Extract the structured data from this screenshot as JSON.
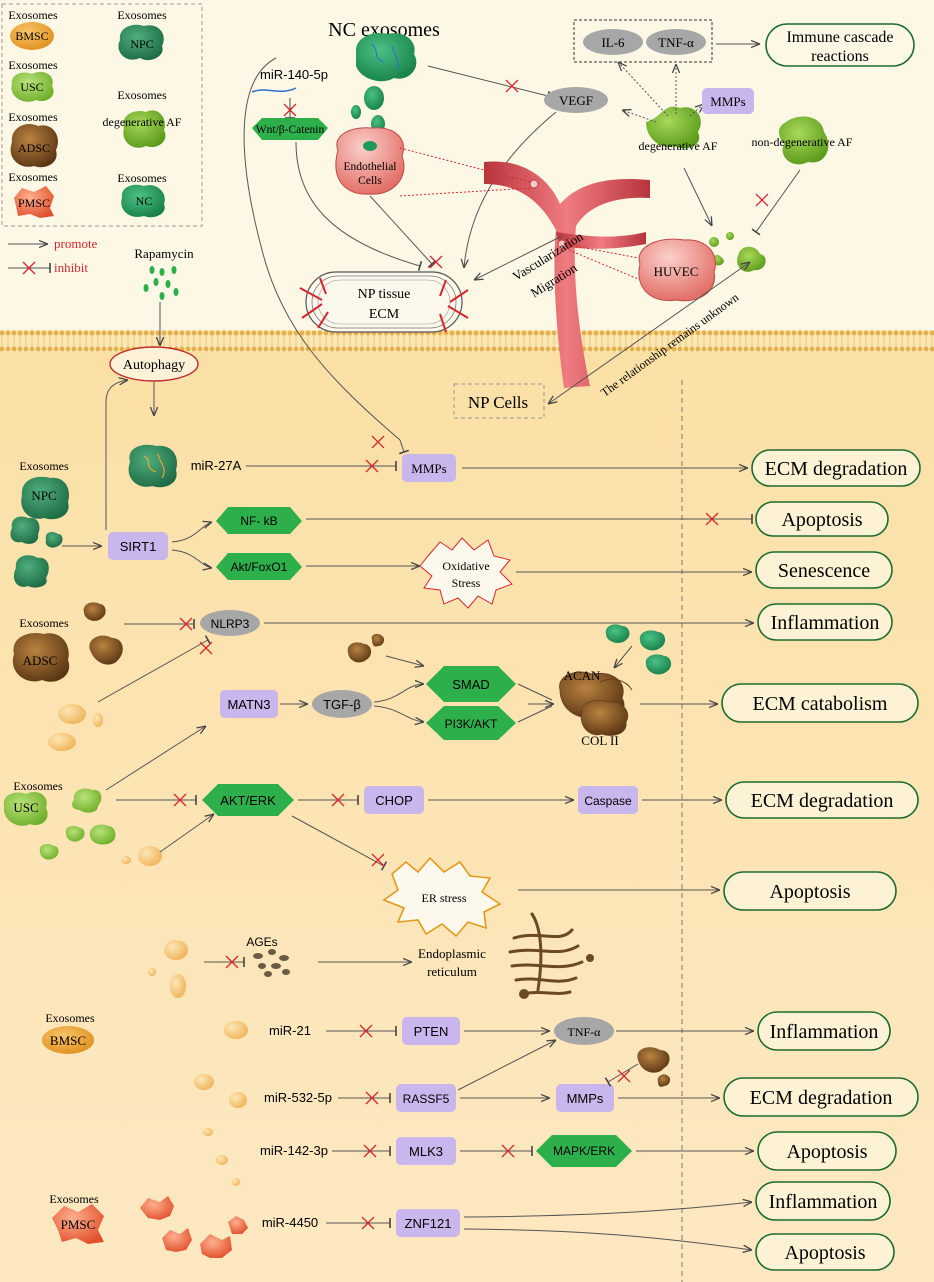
{
  "title": "NC exosomes",
  "legend": {
    "items": [
      {
        "key": "bmsc",
        "top": "Exosomes",
        "label": "BMSC",
        "color": "#f0a03a"
      },
      {
        "key": "npc",
        "top": "Exosomes",
        "label": "NPC",
        "color": "#2e8b57"
      },
      {
        "key": "usc",
        "top": "Exosomes",
        "label": "USC",
        "color": "#8dc63f"
      },
      {
        "key": "daf",
        "top": "Exosomes",
        "label": "degenerative AF",
        "color": "#7ab828"
      },
      {
        "key": "adsc",
        "top": "Exosomes",
        "label": "ADSC",
        "color": "#8b5a2b"
      },
      {
        "key": "pmsc",
        "top": "Exosomes",
        "label": "PMSC",
        "color": "#e8603c"
      },
      {
        "key": "nc",
        "top": "Exosomes",
        "label": "NC",
        "color": "#1f9a5a"
      }
    ],
    "promote": "promote",
    "inhibit": "inhibit"
  },
  "top": {
    "mir140": "miR-140-5p",
    "wnt": "Wnt/β-Catenin",
    "endothelial": [
      "Endothelial",
      "Cells"
    ],
    "np_tissue": [
      "NP tissue",
      "ECM"
    ],
    "vegf": "VEGF",
    "il6": "IL-6",
    "tnfa": "TNF-α",
    "immune": [
      "Immune cascade",
      "reactions"
    ],
    "mmps": "MMPs",
    "degenerative_af": "degenerative AF",
    "non_degenerative_af": "non-degenerative AF",
    "vascularization": "Vascularization",
    "migration": "Migration",
    "huvec": "HUVEC",
    "unknown": "The relationship remains unknown",
    "rapamycin": "Rapamycin",
    "autophagy": "Autophagy",
    "np_cells": "NP Cells"
  },
  "cell": {
    "exo_npc": [
      "Exosomes",
      "NPC"
    ],
    "mir27a": "miR-27A",
    "mmps1": "MMPs",
    "sirt1": "SIRT1",
    "nfkb": "NF- kB",
    "aktfoxo1": "Akt/FoxO1",
    "oxidative": [
      "Oxidative",
      "Stress"
    ],
    "exo_adsc": [
      "Exosomes",
      "ADSC"
    ],
    "nlrp3": "NLRP3",
    "matn3": "MATN3",
    "tgfb": "TGF-β",
    "smad": "SMAD",
    "pi3k": "PI3K/AKT",
    "acan": "ACAN",
    "col2": "COL II",
    "exo_usc": [
      "Exosomes",
      "USC"
    ],
    "akterk": "AKT/ERK",
    "chop": "CHOP",
    "caspase": "Caspase",
    "er_stress": "ER stress",
    "ages": "AGEs",
    "endoplasmic": [
      "Endoplasmic",
      "reticulum"
    ],
    "exo_bmsc": [
      "Exosomes",
      "BMSC"
    ],
    "mir21": "miR-21",
    "pten": "PTEN",
    "tnfa2": "TNF-α",
    "mir532": "miR-532-5p",
    "rassf5": "RASSF5",
    "mmps2": "MMPs",
    "mir142": "miR-142-3p",
    "mlk3": "MLK3",
    "mapk": "MAPK/ERK",
    "exo_pmsc": [
      "Exosomes",
      "PMSC"
    ],
    "mir4450": "miR-4450",
    "znf121": "ZNF121"
  },
  "outcomes": [
    {
      "key": "ecm-degradation-1",
      "label": "ECM degradation"
    },
    {
      "key": "apoptosis-1",
      "label": "Apoptosis"
    },
    {
      "key": "senescence",
      "label": "Senescence"
    },
    {
      "key": "inflammation-1",
      "label": "Inflammation"
    },
    {
      "key": "ecm-catabolism",
      "label": "ECM catabolism"
    },
    {
      "key": "ecm-degradation-2",
      "label": "ECM degradation"
    },
    {
      "key": "apoptosis-2",
      "label": "Apoptosis"
    },
    {
      "key": "inflammation-2",
      "label": "Inflammation"
    },
    {
      "key": "ecm-degradation-3",
      "label": "ECM degradation"
    },
    {
      "key": "apoptosis-3",
      "label": "Apoptosis"
    },
    {
      "key": "inflammation-3",
      "label": "Inflammation"
    },
    {
      "key": "apoptosis-4",
      "label": "Apoptosis"
    }
  ],
  "colors": {
    "purple": "#c9b6ec",
    "green": "#2db04b",
    "gray": "#a7a7a7",
    "red": "#d8262e",
    "outcome_border": "#1e6b2d",
    "cytoplasm": "#fbe3b0",
    "outside": "#fdf6e3"
  }
}
